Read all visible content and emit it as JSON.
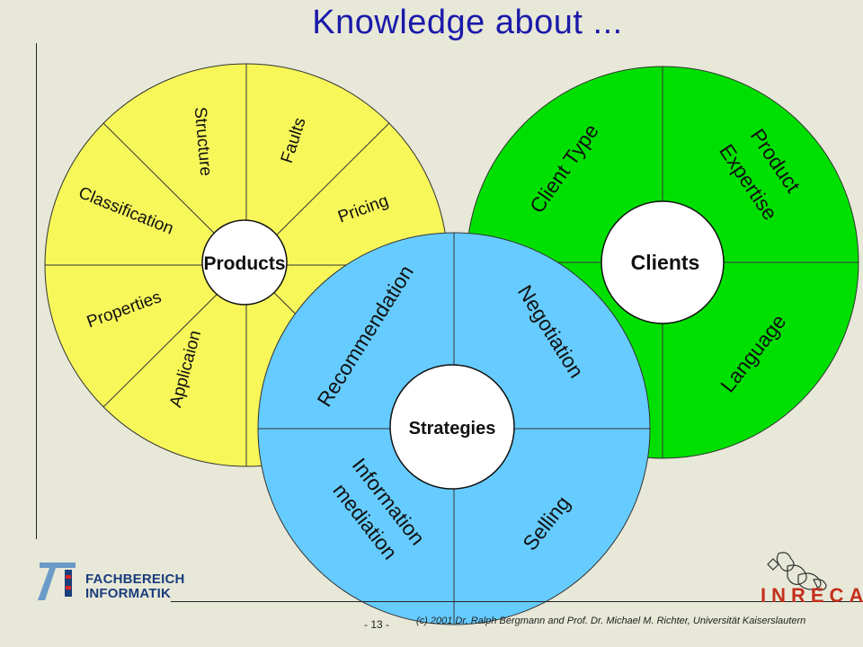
{
  "title": "Knowledge about ...",
  "products": {
    "center": "Products",
    "segments": [
      "Structure",
      "Faults",
      "Pricing",
      "Classification",
      "Properties",
      "Applicaion"
    ]
  },
  "clients": {
    "center": "Clients",
    "segments": [
      "Client Type",
      "Product",
      "Expertise",
      "Language"
    ]
  },
  "strategies": {
    "center": "Strategies",
    "segments": [
      "Recommendation",
      "Negotiation",
      "Information",
      "mediation",
      "Selling"
    ]
  },
  "footer": {
    "page": "- 13 -",
    "copyright": "(c) 2001 Dr. Ralph Bergmann and Prof. Dr. Michael M. Richter, Universität Kaiserslautern",
    "department_line1": "FACHBEREICH",
    "department_line2": "INFORMATIK",
    "logo_text": "INRECA"
  },
  "colors": {
    "products": "#f7f75a",
    "clients": "#00e000",
    "strategies": "#66ccff",
    "title": "#1a1aaa"
  }
}
